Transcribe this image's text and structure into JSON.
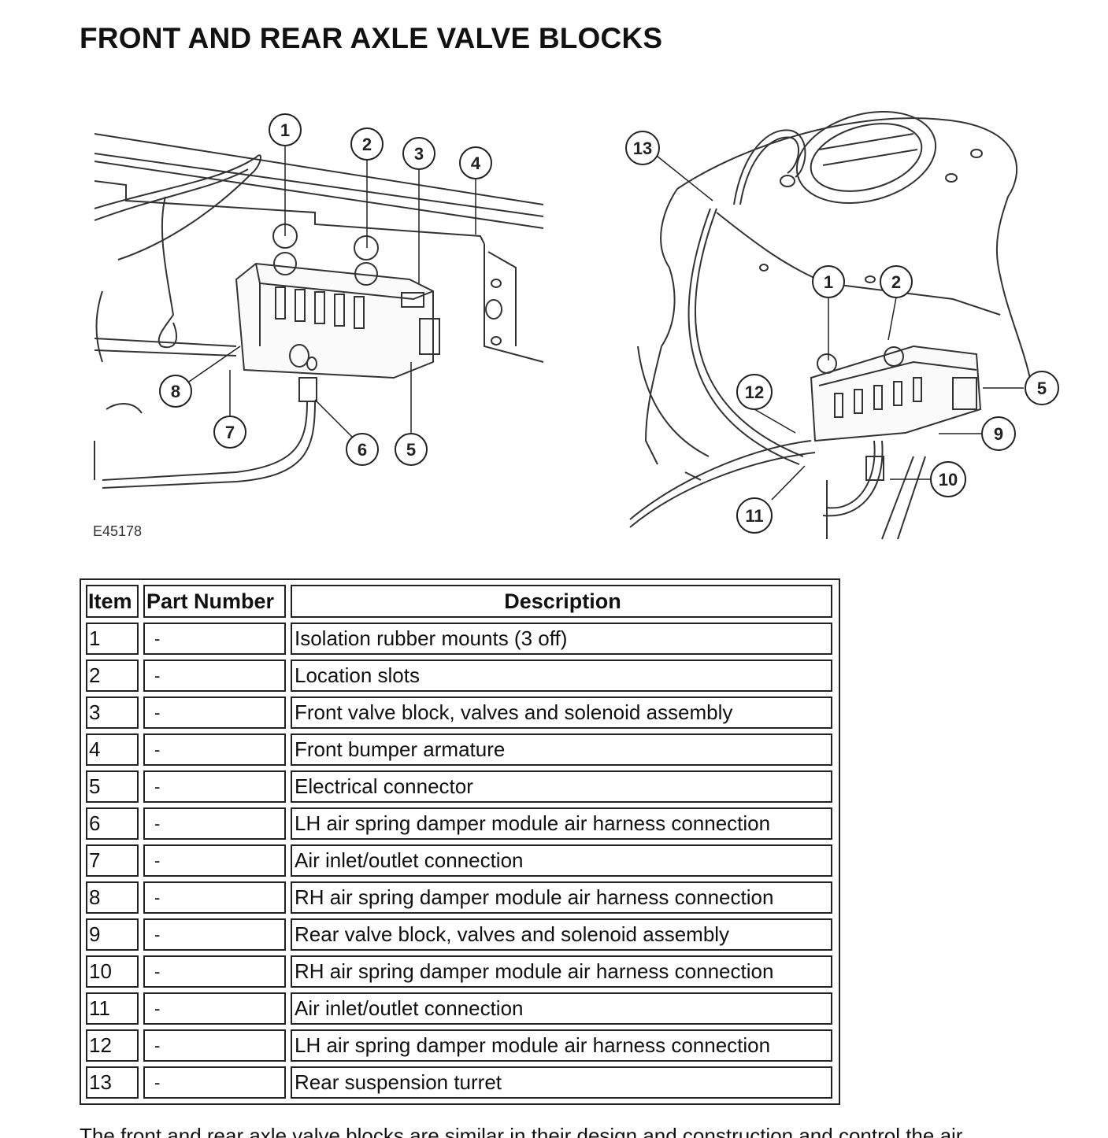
{
  "title": "FRONT AND REAR AXLE VALVE BLOCKS",
  "figure": {
    "id": "E45178",
    "front_callouts": [
      "1",
      "2",
      "3",
      "4",
      "5",
      "6",
      "7",
      "8"
    ],
    "rear_callouts": [
      "1",
      "2",
      "5",
      "9",
      "10",
      "11",
      "12",
      "13"
    ]
  },
  "table": {
    "headers": {
      "item": "Item",
      "part_number": "Part Number",
      "description": "Description"
    },
    "rows": [
      {
        "item": "1",
        "part_number": "-",
        "description": "Isolation rubber mounts (3 off)"
      },
      {
        "item": "2",
        "part_number": "-",
        "description": "Location slots"
      },
      {
        "item": "3",
        "part_number": "-",
        "description": "Front valve block, valves and solenoid assembly"
      },
      {
        "item": "4",
        "part_number": "-",
        "description": "Front bumper armature"
      },
      {
        "item": "5",
        "part_number": "-",
        "description": "Electrical connector"
      },
      {
        "item": "6",
        "part_number": "-",
        "description": "LH air spring damper module air harness connection"
      },
      {
        "item": "7",
        "part_number": "-",
        "description": "Air inlet/outlet connection"
      },
      {
        "item": "8",
        "part_number": "-",
        "description": "RH air spring damper module air harness connection"
      },
      {
        "item": "9",
        "part_number": "-",
        "description": "Rear valve block, valves and solenoid assembly"
      },
      {
        "item": "10",
        "part_number": "-",
        "description": "RH air spring damper module air harness connection"
      },
      {
        "item": "11",
        "part_number": "-",
        "description": "Air inlet/outlet connection"
      },
      {
        "item": "12",
        "part_number": "-",
        "description": "LH air spring damper module air harness connection"
      },
      {
        "item": "13",
        "part_number": "-",
        "description": "Rear suspension turret"
      }
    ]
  },
  "body_text": "The front and rear axle valve blocks are similar in their design and construction and control the air"
}
